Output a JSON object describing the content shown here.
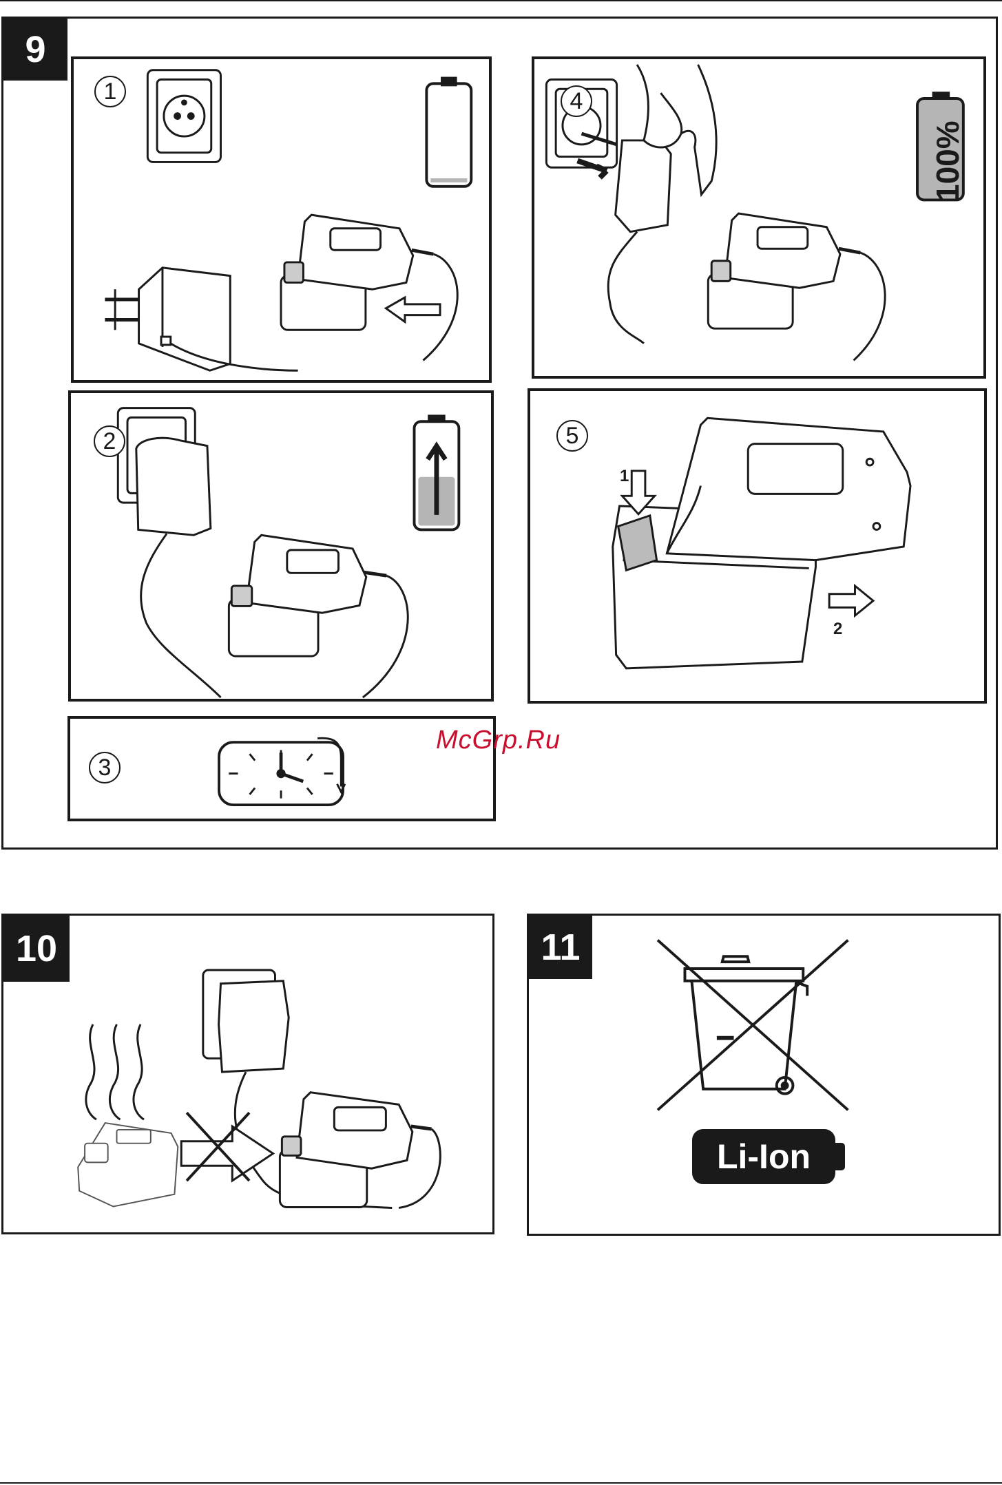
{
  "figures": {
    "fig9": {
      "label": "9"
    },
    "fig10": {
      "label": "10"
    },
    "fig11": {
      "label": "11"
    }
  },
  "steps": {
    "s1": "1",
    "s2": "2",
    "s3": "3",
    "s4": "4",
    "s5": "5"
  },
  "battery_full_label": "100%",
  "battery_levels": {
    "step1": 0.05,
    "step2": 0.45,
    "step4": 1.0
  },
  "insert_labels": {
    "down": "1",
    "slide": "2"
  },
  "recycle_label": "Li-Ion",
  "watermark": "McGrp.Ru",
  "colors": {
    "ink": "#1a1a1a",
    "battery_fill": "#b5b5b5",
    "watermark": "#c8102e"
  },
  "icons": [
    "wall-socket-icon",
    "plug-adapter-icon",
    "battery-level-icon",
    "charger-with-battery-icon",
    "clock-icon",
    "hand-icon",
    "heat-waves-icon",
    "crossed-arrow-icon",
    "crossed-bin-icon"
  ]
}
